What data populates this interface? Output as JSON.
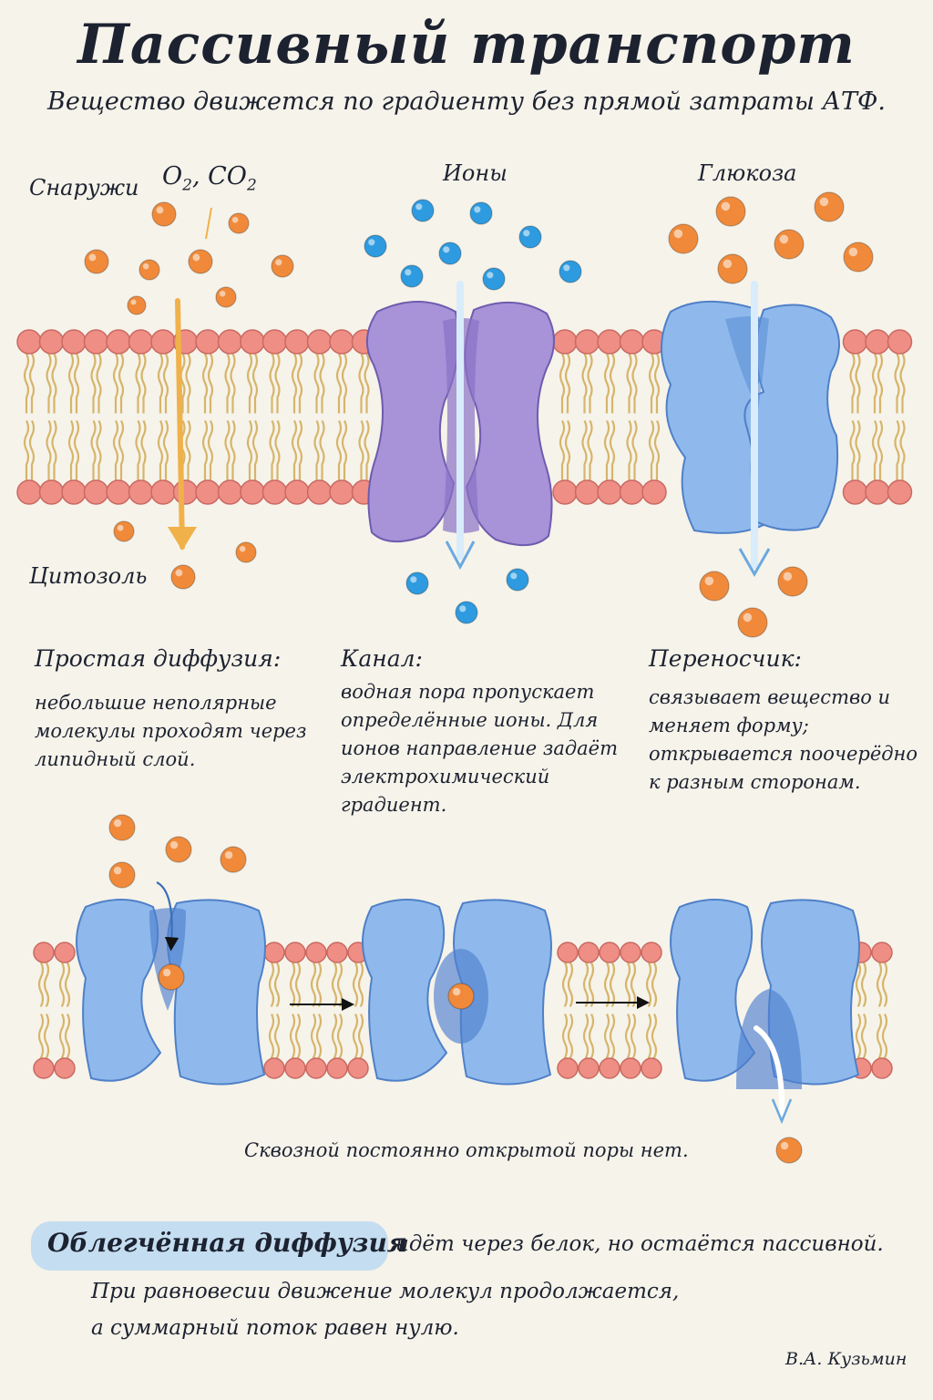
{
  "title": "Пассивный транспорт",
  "subtitle": "Вещество движется по градиенту без прямой затраты АТФ.",
  "labels": {
    "outside": "Снаружи",
    "cytosol": "Цитозоль",
    "gases_o": "O",
    "gases_o_sub": "2",
    "gases_sep": ", CO",
    "gases_co_sub": "2",
    "ions": "Ионы",
    "glucose": "Глюкоза"
  },
  "sections": [
    {
      "heading": "Простая диффузия:",
      "body": "небольшие неполярные молекулы проходят через липидный слой."
    },
    {
      "heading": "Канал:",
      "body": "водная пора пропускает определённые ионы. Для ионов направление задаёт электрохимический градиент."
    },
    {
      "heading": "Переносчик:",
      "body": "связывает вещество и меняет форму; открывается поочерёдно к разным сторонам."
    }
  ],
  "cycle_note": "Сквозной постоянно открытой поры нет.",
  "summary": {
    "highlight": "Облегчённая диффузия",
    "rest": "идёт через белок, но остаётся пассивной.",
    "line2": "При равновесии движение молекул продолжается,",
    "line3": "а суммарный поток равен нулю."
  },
  "signature": "В.А. Кузьмин",
  "colors": {
    "lipid_head": "#ef8e85",
    "lipid_tail": "#d6b56b",
    "orange_molecule": "#f08a3a",
    "blue_ion": "#2e9be0",
    "channel_purple": "#a892d8",
    "carrier_blue": "#8fb9ec",
    "highlight": "#bcd8f2"
  }
}
